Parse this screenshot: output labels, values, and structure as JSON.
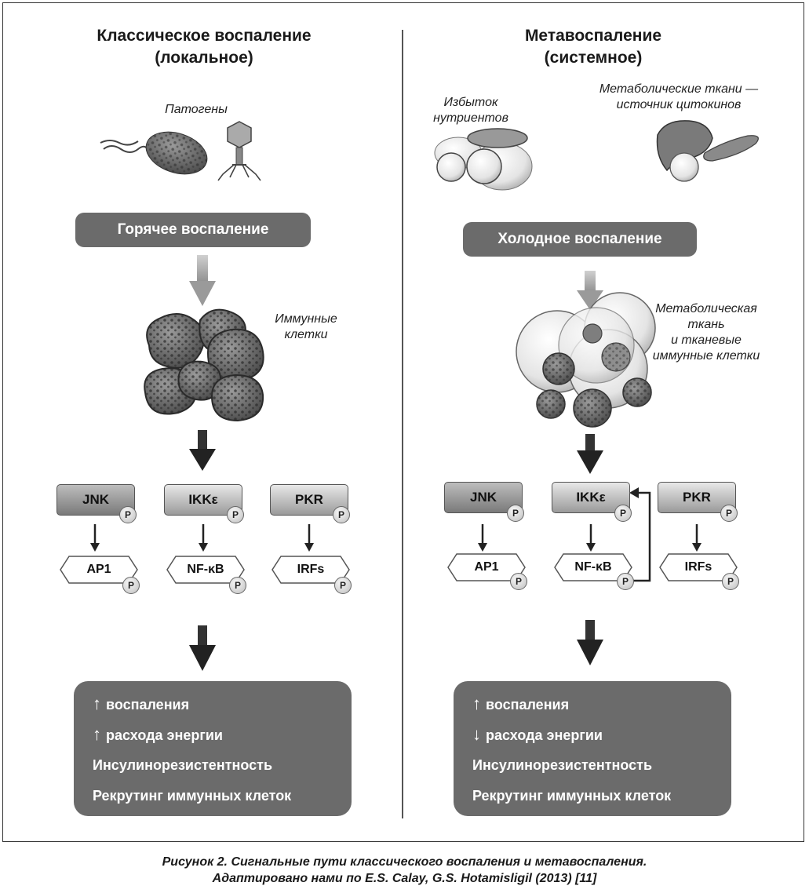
{
  "left": {
    "title_line1": "Классическое воспаление",
    "title_line2": "(локальное)",
    "pathogens_label": "Патогены",
    "state_label": "Горячее воспаление",
    "cells_label_line1": "Иммунные",
    "cells_label_line2": "клетки",
    "kinases": [
      "JNK",
      "IKKε",
      "PKR"
    ],
    "factors": [
      "AP1",
      "NF-κB",
      "IRFs"
    ],
    "phospho": "P",
    "results": [
      {
        "arrow": "↑",
        "text": "воспаления"
      },
      {
        "arrow": "↑",
        "text": "расхода энергии"
      },
      {
        "arrow": "",
        "text": "Инсулинорезистентность"
      },
      {
        "arrow": "",
        "text": "Рекрутинг иммунных клеток"
      }
    ]
  },
  "right": {
    "title_line1": "Метавоспаление",
    "title_line2": "(системное)",
    "nutrients_line1": "Избыток",
    "nutrients_line2": "нутриентов",
    "tissues_line1": "Метаболические ткани —",
    "tissues_line2": "источник цитокинов",
    "state_label": "Холодное воспаление",
    "cells_line1": "Метаболическая",
    "cells_line2": "ткань",
    "cells_line3": "и тканевые",
    "cells_line4": "иммунные клетки",
    "kinases": [
      "JNK",
      "IKKε",
      "PKR"
    ],
    "factors": [
      "AP1",
      "NF-κB",
      "IRFs"
    ],
    "phospho": "P",
    "results": [
      {
        "arrow": "↑",
        "text": "воспаления"
      },
      {
        "arrow": "↓",
        "text": "расхода энергии"
      },
      {
        "arrow": "",
        "text": "Инсулинорезистентность"
      },
      {
        "arrow": "",
        "text": "Рекрутинг иммунных клеток"
      }
    ]
  },
  "caption_line1": "Рисунок 2. Сигнальные пути классического воспаления и метавоспаления.",
  "caption_line2": "Адаптировано нами по E.S. Calay, G.S. Hotamisligil (2013) [11]"
}
